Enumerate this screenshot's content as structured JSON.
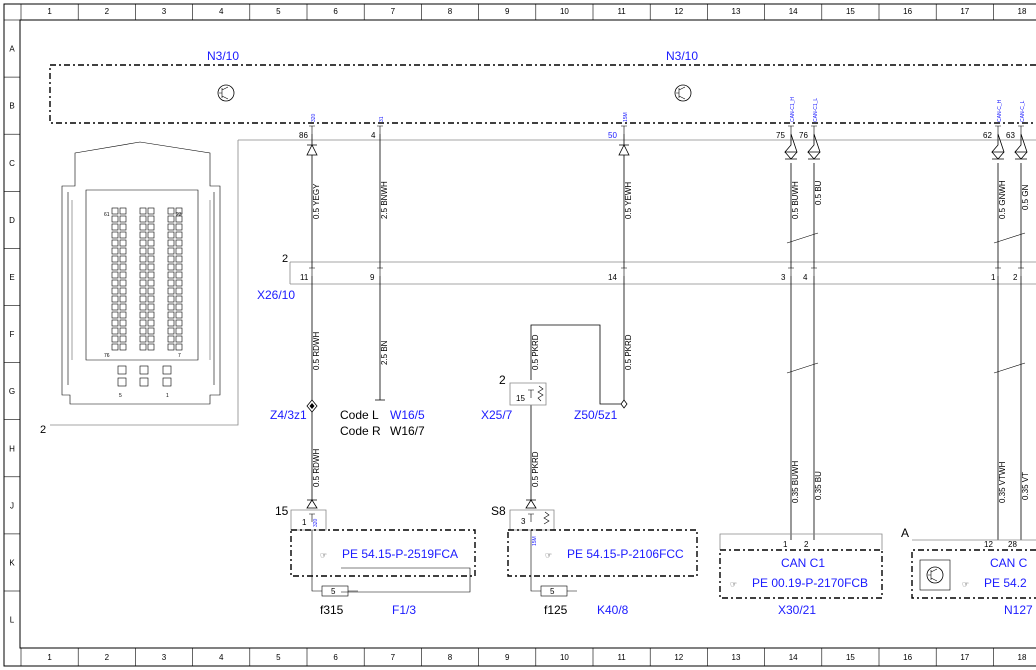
{
  "grid": {
    "cols": [
      "1",
      "2",
      "3",
      "4",
      "5",
      "6",
      "7",
      "8",
      "9",
      "10",
      "11",
      "12",
      "13",
      "14",
      "15",
      "16",
      "17",
      "18"
    ],
    "rows": [
      "A",
      "B",
      "C",
      "D",
      "E",
      "F",
      "G",
      "H",
      "J",
      "K",
      "L"
    ]
  },
  "modules": {
    "n3_10_left": "N3/10",
    "n3_10_right": "N3/10",
    "connector_plate_num": "2",
    "connector_plate_pins": {
      "p61": "61",
      "p23": "23",
      "p76": "76",
      "p7": "7",
      "p5": "5",
      "p1": "1"
    }
  },
  "pins_top": [
    {
      "id": "320",
      "num": "86",
      "sig": "320",
      "wire": "0.5 YEGY"
    },
    {
      "id": "31",
      "num": "4",
      "sig": "31",
      "wire": "2.5 BNWH"
    },
    {
      "id": "15M",
      "num": "50",
      "sig": "15M",
      "wire": "0.5 YEWH"
    },
    {
      "id": "c1h",
      "num": "75",
      "sig": "CAN-C1_H",
      "wire": "0.5 BUWH"
    },
    {
      "id": "c1l",
      "num": "76",
      "sig": "CAN-C1_L",
      "wire": "0.5 BU"
    },
    {
      "id": "c2h",
      "num": "62",
      "sig": "CAN-C_H",
      "wire": "0.5 GNWH"
    },
    {
      "id": "c2l",
      "num": "63",
      "sig": "CAN-C_L",
      "wire": "0.5 GN"
    }
  ],
  "x26": {
    "label": "X26/10",
    "num": "2",
    "pins": {
      "p11": "11",
      "p9": "9",
      "p14": "14",
      "p3": "3",
      "p4": "4",
      "p1": "1",
      "p2": "2"
    }
  },
  "wires_lower": {
    "w1": "0.5 RDWH",
    "w2": "2.5 BN",
    "w3": "0.5 PKRD",
    "w4": "0.5 PKRD",
    "w1b": "0.5 RDWH",
    "w3b": "0.5 PKRD",
    "w5": "0.35 BUWH",
    "w6": "0.35 BU",
    "w7": "0.35 VTWH",
    "w8": "0.35 VT"
  },
  "nodes": {
    "z4": "Z4/3z1",
    "z50": "Z50/5z1",
    "x25": "X25/7",
    "x25_num": "2",
    "x25_pin": "15",
    "code_l": "Code L",
    "code_l_val": "W16/5",
    "code_r": "Code R",
    "code_r_val": "W16/7"
  },
  "fuses": {
    "f1": {
      "top_num": "15",
      "pin": "1",
      "sig": "320",
      "ref": "PE 54.15-P-2519FCA",
      "fuse_num": "5",
      "fuse": "f315",
      "comp": "F1/3"
    },
    "k40": {
      "top_num": "S8",
      "pin": "3",
      "sig": "15M",
      "ref": "PE 54.15-P-2106FCC",
      "fuse_num": "5",
      "fuse": "f125",
      "comp": "K40/8"
    }
  },
  "can": {
    "x30": {
      "p1": "1",
      "p2": "2",
      "title": "CAN C1",
      "ref": "PE 00.19-P-2170FCB",
      "comp": "X30/21"
    },
    "n127": {
      "letter": "A",
      "p12": "12",
      "p28": "28",
      "title": "CAN C",
      "ref": "PE 54.2",
      "comp": "N127"
    }
  }
}
